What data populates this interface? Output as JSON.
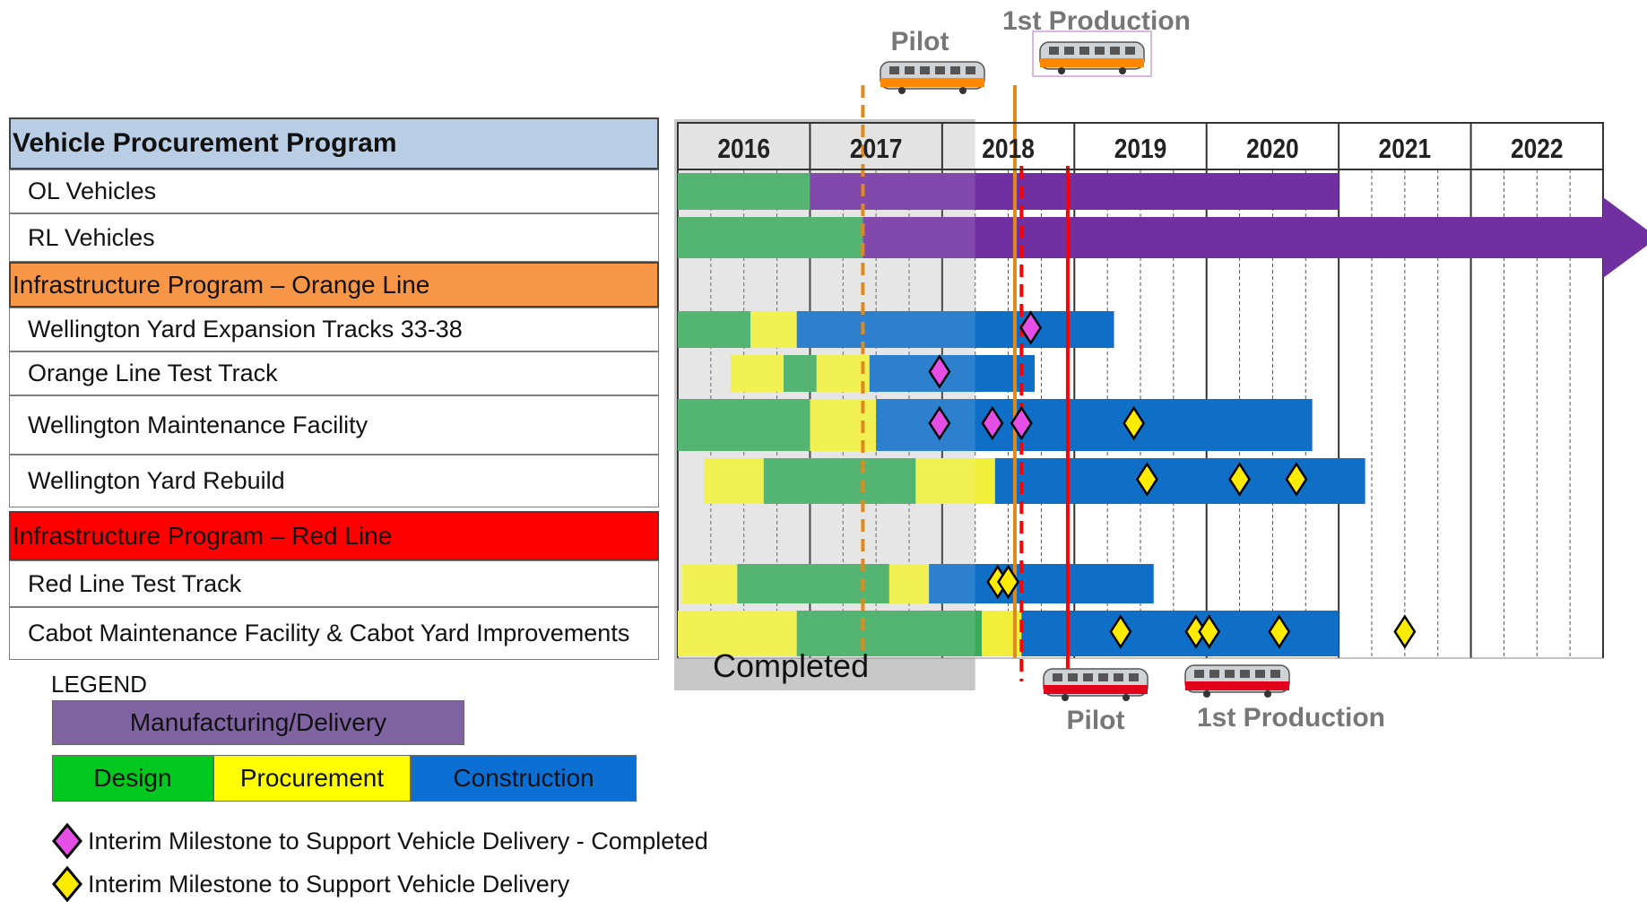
{
  "left_panel": {
    "rows": [
      {
        "label": "Vehicle Procurement Program",
        "kind": "header",
        "color": "#b9cde5"
      },
      {
        "label": "OL  Vehicles",
        "kind": "item"
      },
      {
        "label": "RL  Vehicles",
        "kind": "item"
      },
      {
        "label": "Infrastructure Program – Orange Line",
        "kind": "section",
        "color": "#f79646"
      },
      {
        "label": "Wellington Yard Expansion Tracks 33-38",
        "kind": "item"
      },
      {
        "label": "Orange Line Test Track",
        "kind": "item"
      },
      {
        "label": "Wellington Maintenance Facility",
        "kind": "item"
      },
      {
        "label": "Wellington Yard Rebuild",
        "kind": "item"
      },
      {
        "label": "Infrastructure Program – Red Line",
        "kind": "section",
        "color": "#ff0000"
      },
      {
        "label": "Red Line Test Track",
        "kind": "item"
      },
      {
        "label": "Cabot Maintenance Facility & Cabot Yard Improvements",
        "kind": "item"
      }
    ]
  },
  "legend": {
    "title": "LEGEND",
    "manufacturing": "Manufacturing/Delivery",
    "design": "Design",
    "procurement": "Procurement",
    "construction": "Construction",
    "milestone_completed": "Interim Milestone to Support Vehicle Delivery - Completed",
    "milestone_pending": "Interim Milestone to Support Vehicle Delivery"
  },
  "colors": {
    "manufacturing": "#7030a0",
    "design": "#3cab5e",
    "procurement": "#f0f03c",
    "construction": "#0f6fc6",
    "milestone_completed": "#e64fe6",
    "milestone_pending": "#ffeb00",
    "orange_line": "#e08a1e",
    "red_line": "#ff0000",
    "completed_shade": "#c8c8c8"
  },
  "chart_data": {
    "type": "gantt",
    "years": [
      "2016",
      "2017",
      "2018",
      "2019",
      "2020",
      "2021",
      "2022"
    ],
    "completed_label": "Completed",
    "completed_through": 2018.25,
    "markers": [
      {
        "label": "Pilot",
        "line": "orange",
        "date": 2017.4,
        "dashed": true
      },
      {
        "label": "1st Production",
        "line": "orange",
        "date": 2018.55,
        "dashed": false
      },
      {
        "label": "Pilot",
        "line": "red",
        "date": 2018.6,
        "dashed": true
      },
      {
        "label": "1st Production",
        "line": "red",
        "date": 2018.95,
        "dashed": false
      }
    ],
    "rows": [
      {
        "row": 1,
        "bars": [
          {
            "phase": "design",
            "start": 2016.0,
            "end": 2017.0
          },
          {
            "phase": "manufacturing",
            "start": 2017.0,
            "end": 2021.0
          }
        ],
        "milestones": []
      },
      {
        "row": 2,
        "bars": [
          {
            "phase": "design",
            "start": 2016.0,
            "end": 2017.4
          },
          {
            "phase": "manufacturing",
            "start": 2017.4,
            "end": 2023.1,
            "arrow": true
          }
        ],
        "milestones": []
      },
      {
        "row": 4,
        "bars": [
          {
            "phase": "design",
            "start": 2016.0,
            "end": 2016.55
          },
          {
            "phase": "procurement",
            "start": 2016.55,
            "end": 2016.9
          },
          {
            "phase": "construction",
            "start": 2016.9,
            "end": 2019.3
          }
        ],
        "milestones": [
          {
            "date": 2018.67,
            "status": "completed"
          }
        ]
      },
      {
        "row": 5,
        "bars": [
          {
            "phase": "procurement",
            "start": 2016.4,
            "end": 2016.8
          },
          {
            "phase": "design",
            "start": 2016.8,
            "end": 2017.05
          },
          {
            "phase": "procurement",
            "start": 2017.05,
            "end": 2017.45
          },
          {
            "phase": "construction",
            "start": 2017.45,
            "end": 2018.7
          }
        ],
        "milestones": [
          {
            "date": 2017.98,
            "status": "completed"
          }
        ]
      },
      {
        "row": 6,
        "bars": [
          {
            "phase": "design",
            "start": 2016.0,
            "end": 2017.0
          },
          {
            "phase": "procurement",
            "start": 2017.0,
            "end": 2017.5
          },
          {
            "phase": "construction",
            "start": 2017.5,
            "end": 2020.8
          }
        ],
        "milestones": [
          {
            "date": 2017.98,
            "status": "completed"
          },
          {
            "date": 2018.38,
            "status": "completed"
          },
          {
            "date": 2018.6,
            "status": "completed"
          },
          {
            "date": 2019.45,
            "status": "pending"
          }
        ]
      },
      {
        "row": 7,
        "bars": [
          {
            "phase": "procurement",
            "start": 2016.2,
            "end": 2016.65
          },
          {
            "phase": "design",
            "start": 2016.65,
            "end": 2017.8
          },
          {
            "phase": "procurement",
            "start": 2017.8,
            "end": 2018.4
          },
          {
            "phase": "construction",
            "start": 2018.4,
            "end": 2021.2
          }
        ],
        "milestones": [
          {
            "date": 2019.55,
            "status": "pending"
          },
          {
            "date": 2020.25,
            "status": "pending"
          },
          {
            "date": 2020.68,
            "status": "pending"
          }
        ]
      },
      {
        "row": 9,
        "bars": [
          {
            "phase": "procurement",
            "start": 2016.03,
            "end": 2016.45
          },
          {
            "phase": "design",
            "start": 2016.45,
            "end": 2017.6
          },
          {
            "phase": "procurement",
            "start": 2017.6,
            "end": 2017.9
          },
          {
            "phase": "construction",
            "start": 2017.9,
            "end": 2019.6
          }
        ],
        "milestones": [
          {
            "date": 2018.42,
            "status": "pending"
          },
          {
            "date": 2018.5,
            "status": "pending"
          }
        ]
      },
      {
        "row": 10,
        "bars": [
          {
            "phase": "procurement",
            "start": 2016.0,
            "end": 2016.9
          },
          {
            "phase": "design",
            "start": 2016.9,
            "end": 2018.3
          },
          {
            "phase": "procurement",
            "start": 2018.3,
            "end": 2018.6
          },
          {
            "phase": "construction",
            "start": 2018.6,
            "end": 2021.0
          }
        ],
        "milestones": [
          {
            "date": 2019.35,
            "status": "pending"
          },
          {
            "date": 2019.92,
            "status": "pending"
          },
          {
            "date": 2020.02,
            "status": "pending"
          },
          {
            "date": 2020.55,
            "status": "pending"
          },
          {
            "date": 2021.5,
            "status": "pending"
          }
        ]
      }
    ]
  }
}
